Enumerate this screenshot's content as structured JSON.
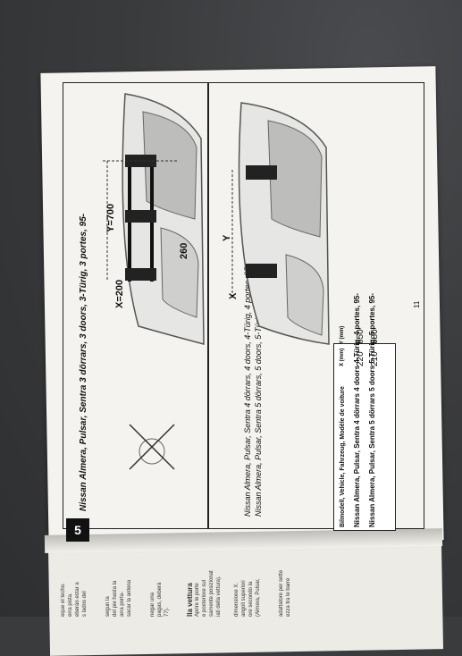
{
  "manual": {
    "step_number": "5",
    "top_model": "Nissan Almera, Pulsar, Sentra 3 dörrars, 3 doors, 3-Türig, 3 portes, 95-",
    "bottom_model_a": "Nissan Almera, Pulsar, Sentra 4 dörrars, 4 doors, 4-Türig, 4 portes, 95-",
    "bottom_model_b": "Nissan Almera, Pulsar, Sentra 5 dörrars, 5 doors, 5-Türig, 5 portes, 95-",
    "dim_x200": "X=200",
    "dim_y700": "Y=700",
    "dim_260": "260",
    "label_x": "X",
    "label_y": "Y",
    "page_no": "11",
    "margin_lines": [
      "dimensione X.",
      "angoli superiori",
      "ore secondo la",
      "(Almera, Pulsar,",
      "adattatore per sette",
      "ezza tra le barre",
      "lla vettura",
      "Aprire le porte",
      "e posteriore sul",
      "samente posizionat",
      "iati della vettura).",
      "negar una",
      "pagas, deberá",
      "77).",
      "segun la",
      "del pie hasta la",
      "arra porta-",
      "sacar la antena",
      "eque el techo.",
      "erra pista.",
      "eberán estar a",
      "s lados del"
    ],
    "table": {
      "header_model": "Bilmodell, Vehicle, Fahrzeug, Modèle de voiture",
      "header_x": "X (mm)",
      "header_y": "Y (mm)",
      "rows": [
        {
          "model": "Nissan Almera, Pulsar, Sentra 4 dörrars 4 doors 4-Türig, 4 portes, 95-",
          "x": "220",
          "y": "650"
        },
        {
          "model": "Nissan Almera, Pulsar, Sentra 5 dörrars 5 doors 5-Türig, 5 portes, 95-",
          "x": "210",
          "y": "680"
        }
      ]
    }
  }
}
